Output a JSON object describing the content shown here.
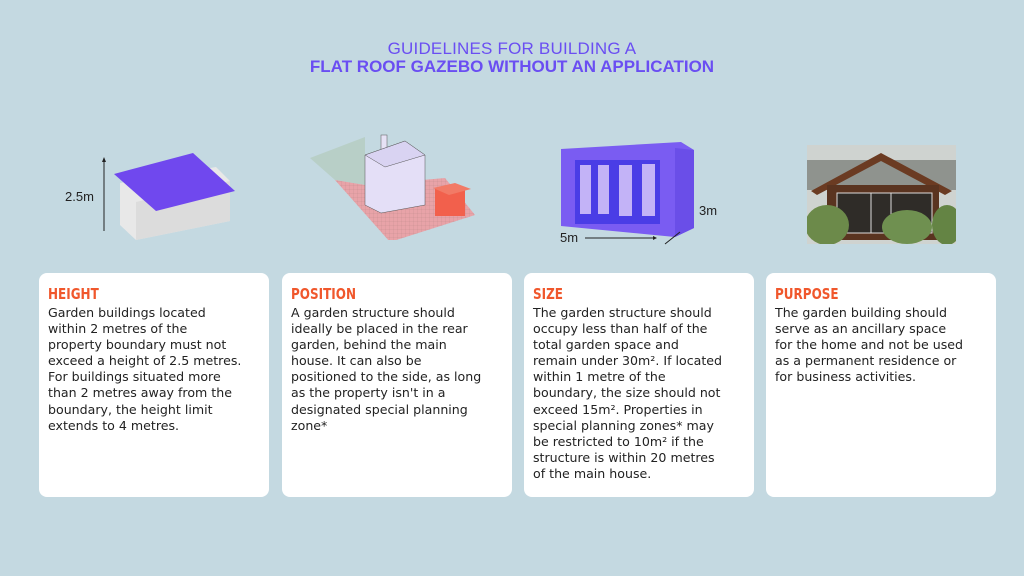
{
  "title": {
    "line1": "GUIDELINES FOR BUILDING A",
    "line2": "FLAT ROOF GAZEBO WITHOUT AN APPLICATION"
  },
  "colors": {
    "background": "#c4d9e1",
    "accent": "#6a4ef2",
    "heading": "#f0572c",
    "purple_shape": "#7048ee"
  },
  "illustrations": {
    "height_label": "2.5m",
    "size_width_label": "5m",
    "size_depth_label": "3m"
  },
  "cards": [
    {
      "heading": "HEIGHT",
      "lines": [
        "Garden buildings located",
        "within 2 metres of the",
        "property boundary must not",
        "exceed a height of 2.5 metres.",
        "For buildings situated more",
        "than 2 metres away from the",
        "boundary, the height limit",
        "extends to 4 metres."
      ]
    },
    {
      "heading": "POSITION",
      "lines": [
        "A garden structure should",
        "ideally be placed in the rear",
        "garden, behind the main",
        "house. It can also be",
        "positioned to the side, as long",
        "as the property isn't in a",
        "designated special planning",
        "zone*"
      ]
    },
    {
      "heading": "SIZE",
      "lines": [
        "The garden structure should",
        "occupy less than half of the",
        "total garden space and",
        "remain under 30m². If located",
        "within 1 metre of the",
        "boundary, the size should not",
        "exceed 15m². Properties in",
        "special planning zones* may",
        "be restricted to 10m² if the",
        "structure is within 20 metres",
        "of the main house."
      ]
    },
    {
      "heading": "PURPOSE",
      "lines": [
        "The garden building should",
        "serve as an ancillary space",
        "for the home and not be used",
        "as a permanent residence or",
        "for business activities."
      ]
    }
  ]
}
